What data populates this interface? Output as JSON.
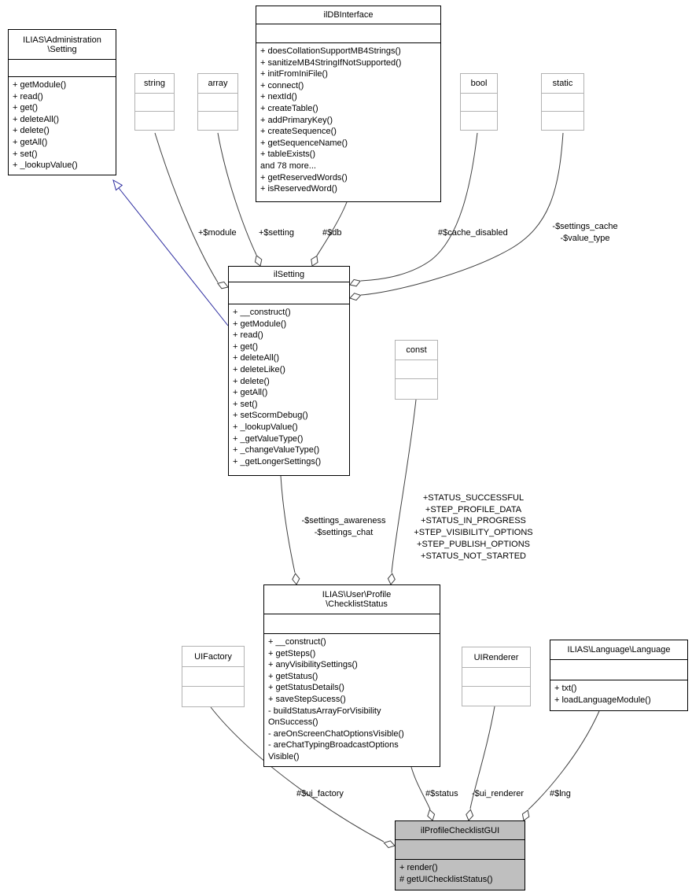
{
  "diagram_title": "ilProfileChecklistGUI collaboration diagram",
  "colors": {
    "edge": "#404040",
    "inheritance": "#2d2da0",
    "gui_fill": "#bfbfbf",
    "external_border": "#b2b2b2",
    "class_border": "#000000",
    "background": "#ffffff"
  },
  "classes": {
    "admin_setting": {
      "name_line1": "ILIAS\\Administration",
      "name_line2": "\\Setting",
      "methods": [
        "+ getModule()",
        "+ read()",
        "+ get()",
        "+ deleteAll()",
        "+ delete()",
        "+ getAll()",
        "+ set()",
        "+ _lookupValue()"
      ]
    },
    "db_interface": {
      "name": "ilDBInterface",
      "methods": [
        "+ doesCollationSupportMB4Strings()",
        "+ sanitizeMB4StringIfNotSupported()",
        "+ initFromIniFile()",
        "+ connect()",
        "+ nextId()",
        "+ createTable()",
        "+ addPrimaryKey()",
        "+ createSequence()",
        "+ getSequenceName()",
        "+ tableExists()",
        "and 78 more...",
        "+ getReservedWords()",
        "+ isReservedWord()"
      ]
    },
    "string_type": {
      "name": "string"
    },
    "array_type": {
      "name": "array"
    },
    "bool_type": {
      "name": "bool"
    },
    "static_type": {
      "name": "static"
    },
    "const_type": {
      "name": "const"
    },
    "il_setting": {
      "name": "ilSetting",
      "methods": [
        "+ __construct()",
        "+ getModule()",
        "+ read()",
        "+ get()",
        "+ deleteAll()",
        "+ deleteLike()",
        "+ delete()",
        "+ getAll()",
        "+ set()",
        "+ setScormDebug()",
        "+ _lookupValue()",
        "+ _getValueType()",
        "+ _changeValueType()",
        "+ _getLongerSettings()"
      ]
    },
    "checklist_status": {
      "name_line1": "ILIAS\\User\\Profile",
      "name_line2": "\\ChecklistStatus",
      "methods": [
        "+ __construct()",
        "+ getSteps()",
        "+ anyVisibilitySettings()",
        "+ getStatus()",
        "+ getStatusDetails()",
        "+ saveStepSucess()",
        "- buildStatusArrayForVisibility",
        "OnSuccess()",
        "- areOnScreenChatOptionsVisible()",
        "- areChatTypingBroadcastOptions",
        "Visible()"
      ]
    },
    "ui_factory": {
      "name": "UIFactory"
    },
    "ui_renderer": {
      "name": "UIRenderer"
    },
    "language": {
      "name": "ILIAS\\Language\\Language",
      "methods": [
        "+ txt()",
        "+ loadLanguageModule()"
      ]
    },
    "profile_checklist_gui": {
      "name": "ilProfileChecklistGUI",
      "methods": [
        "+ render()",
        "# getUIChecklistStatus()"
      ]
    }
  },
  "edge_labels": {
    "module": "+$module",
    "setting": "+$setting",
    "db": "#$db",
    "cache_disabled": "#$cache_disabled",
    "static_members": [
      "-$settings_cache",
      "-$value_type"
    ],
    "settings_members": [
      "-$settings_awareness",
      "-$settings_chat"
    ],
    "const_members": [
      "+STATUS_SUCCESSFUL",
      "+STEP_PROFILE_DATA",
      "+STATUS_IN_PROGRESS",
      "+STEP_VISIBILITY_OPTIONS",
      "+STEP_PUBLISH_OPTIONS",
      "+STATUS_NOT_STARTED"
    ],
    "ui_factory": "#$ui_factory",
    "status": "#$status",
    "ui_renderer": "-$ui_renderer",
    "lng": "#$lng"
  }
}
